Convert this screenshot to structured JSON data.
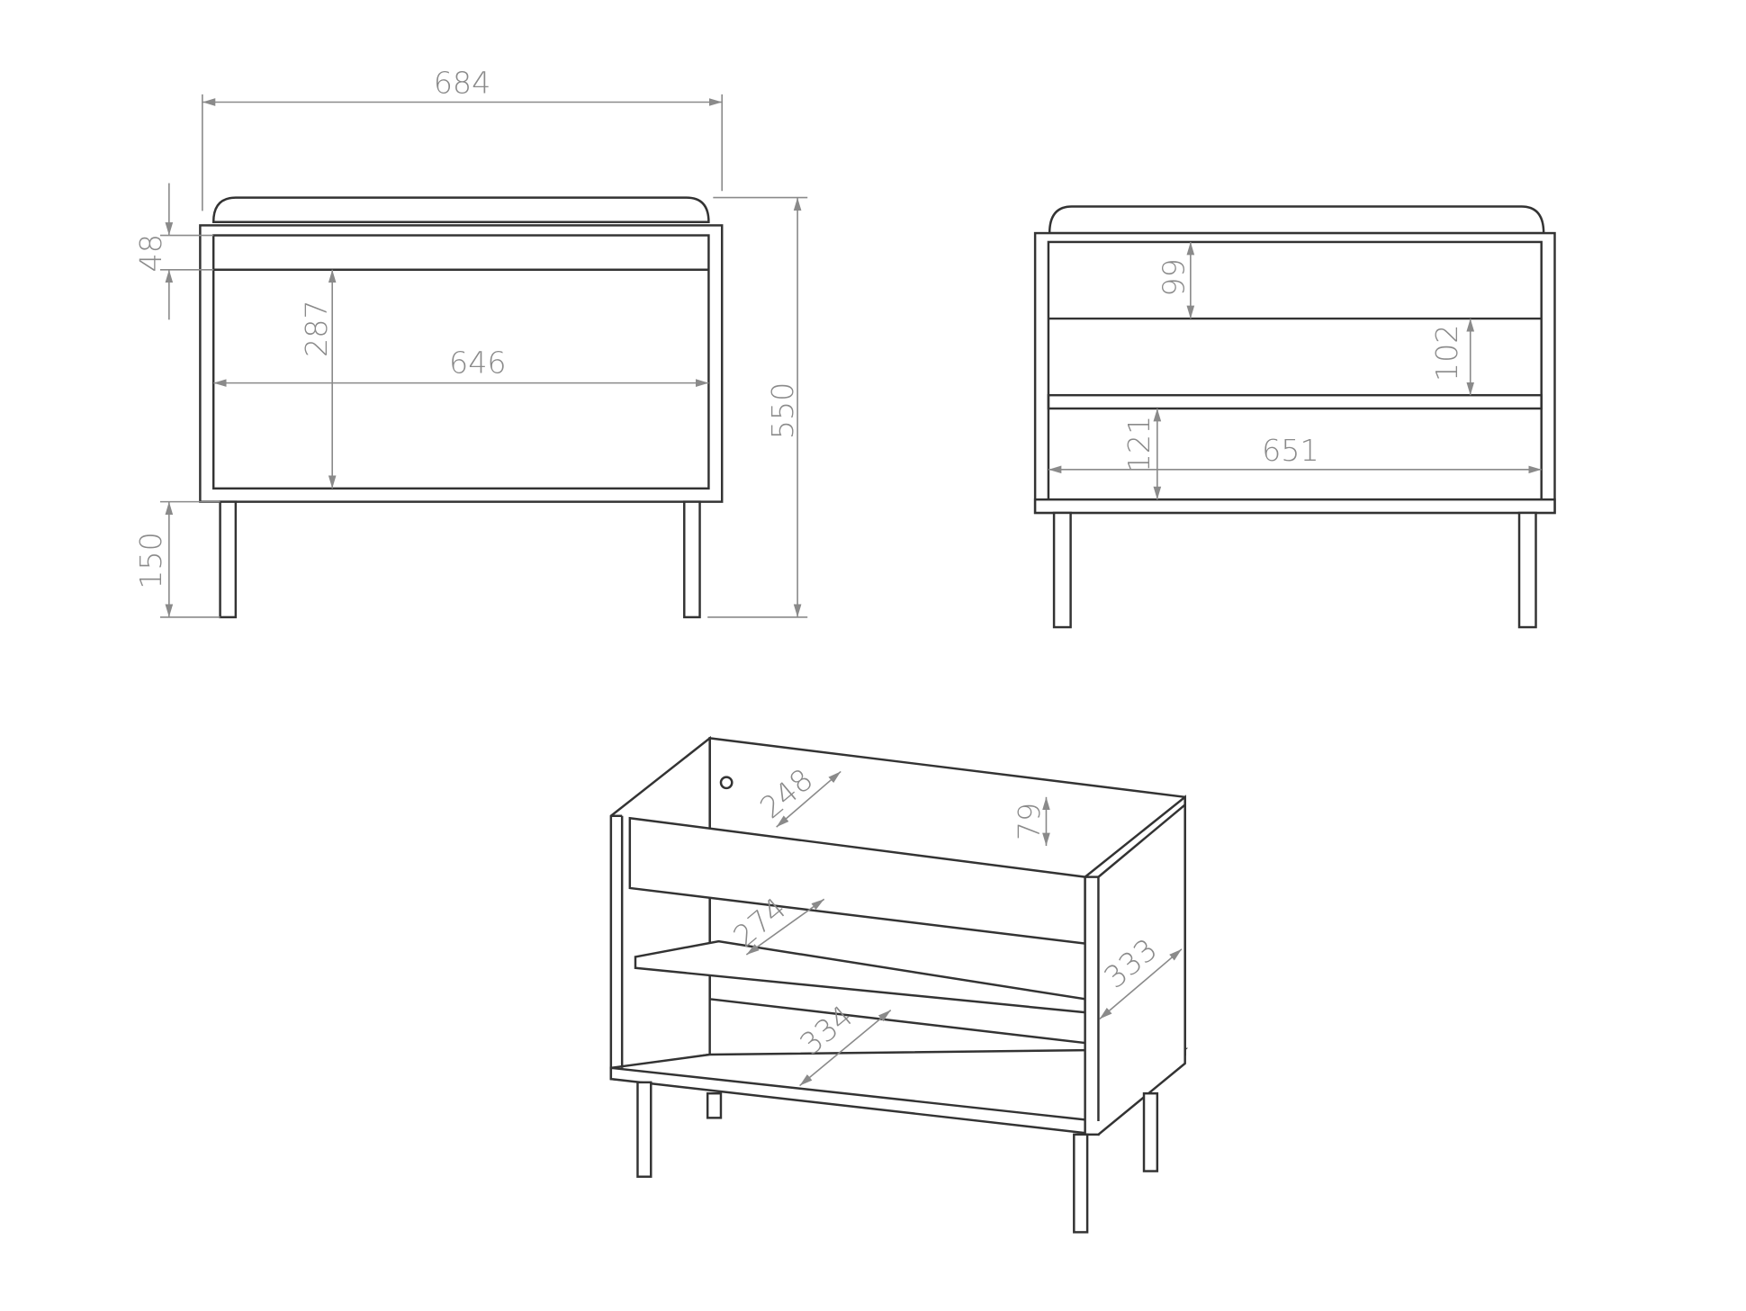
{
  "front_view": {
    "width_total": "684",
    "top_rail": "48",
    "inner_height": "287",
    "inner_width": "646",
    "total_height": "550",
    "leg_height": "150"
  },
  "side_view": {
    "top_compartment": "99",
    "middle_compartment": "102",
    "bottom_compartment": "121",
    "inner_width": "651"
  },
  "iso_view": {
    "top_depth": "248",
    "rail_height": "79",
    "shelf_depth": "274",
    "bottom_depth": "334",
    "side_depth": "333"
  }
}
